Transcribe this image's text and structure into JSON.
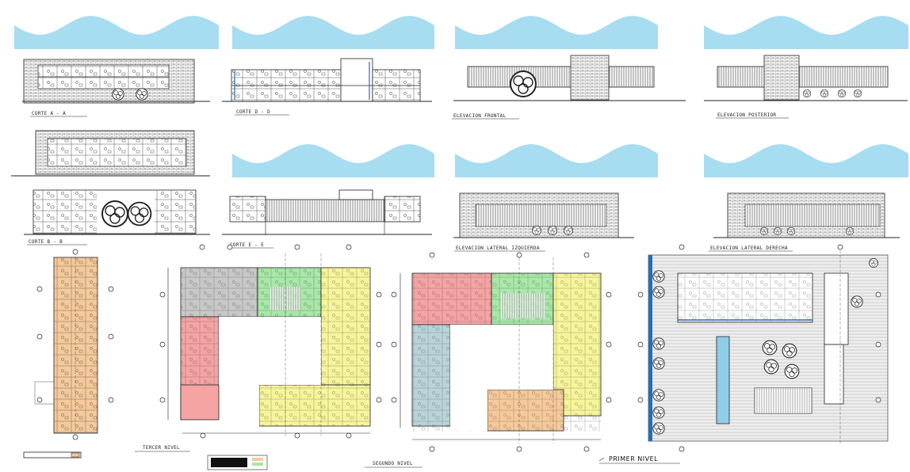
{
  "sheet": {
    "elevation_labels": [
      "CORTE A - A",
      "CORTE D - D",
      "ELEVACION FRONTAL",
      "ELEVACION POSTERIOR",
      "CORTE B - B",
      "CORTE E - E",
      "ELEVACION LATERAL IZQUIERDA",
      "ELEVACION LATERAL DERECHA"
    ],
    "plan_labels": {
      "third": "TERCER NIVEL",
      "second": "SEGUNDO NIVEL",
      "first": "PRIMER NIVEL"
    }
  },
  "zone_colors": {
    "gray": "#c8c8c8",
    "red": "#f5a3a3",
    "green": "#a8e8a8",
    "yellow": "#f7f59a",
    "orange": "#f5c99a",
    "blue": "#b9d4d9",
    "sky": "#8fd6ee",
    "water": "#8fcde8",
    "accent": "#2b6cb0"
  }
}
